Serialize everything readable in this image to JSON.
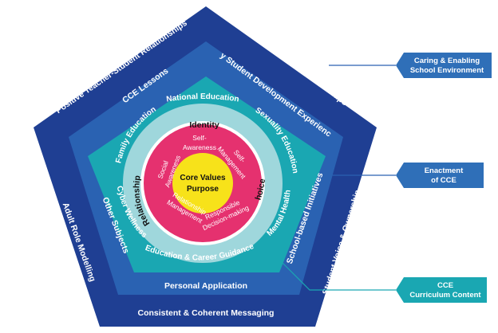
{
  "outer_layer": {
    "top_left": "Positive Teacher-Student Relationships",
    "top_right": "Peer Support & Relationships",
    "left": "Adult Role Modelling",
    "right": "Student Voice & Ownership",
    "bottom": "Consistent & Coherent Messaging"
  },
  "middle_layer": {
    "top_left": "CCE Lessons",
    "top_right": "Key Student Development Experiences",
    "left": "Other Subjects",
    "right": "School-based Initiatives",
    "bottom": "Personal Application"
  },
  "inner_layer": {
    "top": "National Education",
    "left": "Family Education",
    "right": "Sexuality Education",
    "bottom_left": "Cyber Wellness",
    "bottom_right": "Mental Health",
    "bottom": "Education & Career Guidance"
  },
  "ring_layer": {
    "top": "Identity",
    "left": "Relationships",
    "right": "Choices"
  },
  "competencies": {
    "self_awareness_1": "Self-",
    "self_awareness_2": "Awareness",
    "self_management_1": "Self-",
    "self_management_2": "Management",
    "social_awareness_1": "Social",
    "social_awareness_2": "Awareness",
    "relationship_management_1": "Relationship",
    "relationship_management_2": "Management",
    "responsible_dm_1": "Responsible",
    "responsible_dm_2": "Decision-making"
  },
  "core": {
    "line1": "Core Values",
    "line2": "Purpose"
  },
  "callouts": [
    {
      "line1": "Caring & Enabling",
      "line2": "School Environment"
    },
    {
      "line1": "Enactment",
      "line2": "of CCE"
    },
    {
      "line1": "CCE",
      "line2": "Curriculum Content"
    }
  ],
  "colors": {
    "outer": "#1f3f93",
    "middle": "#2a62b2",
    "inner": "#1aa7b2",
    "ring": "#9fd7dc",
    "competency_ring": "#e5316f",
    "core": "#f7e21a",
    "callout_blue": "#2f6fb8",
    "callout_teal": "#1aa7b2"
  }
}
